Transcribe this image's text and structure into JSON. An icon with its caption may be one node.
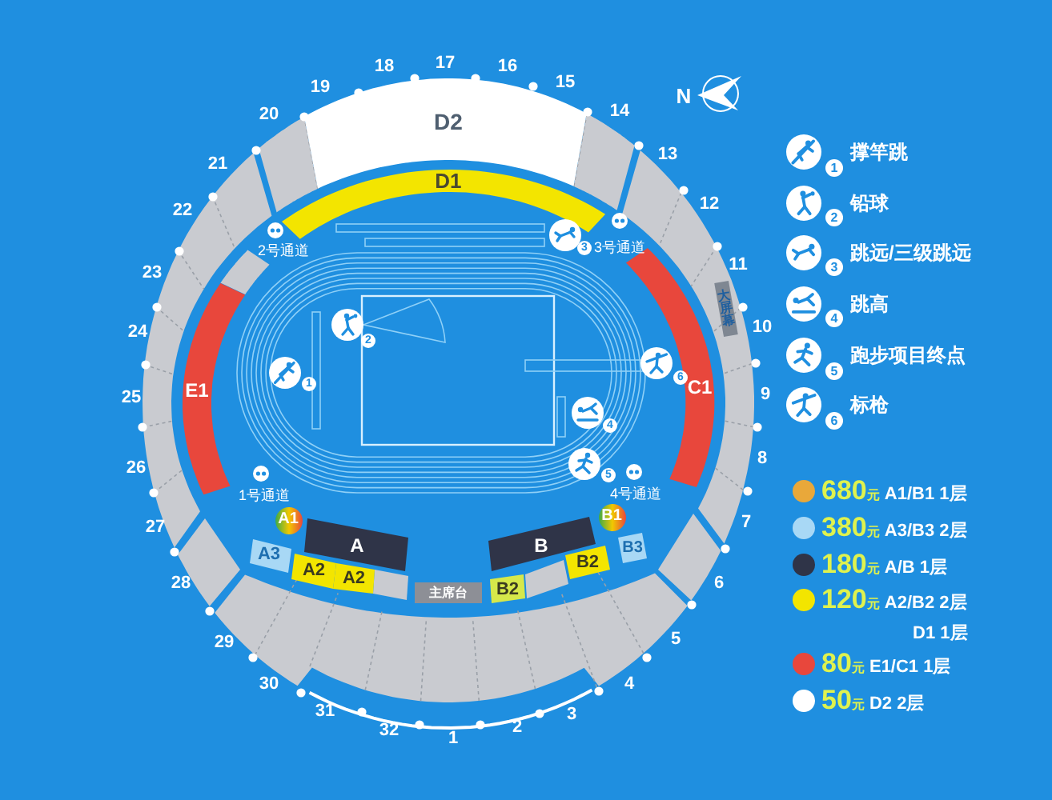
{
  "diagram": {
    "nodes": [
      {
        "text": [
          "D2"
        ]
      },
      {
        "text": [
          "D1"
        ]
      },
      {
        "text": [
          "大屏幕"
        ]
      },
      {
        "text": [
          "E1"
        ]
      },
      {
        "text": [
          "C1"
        ]
      },
      {
        "text": [
          "A1"
        ]
      },
      {
        "text": [
          "A"
        ]
      },
      {
        "text": [
          "B"
        ]
      },
      {
        "text": [
          "B1"
        ]
      },
      {
        "text": [
          "A3"
        ]
      },
      {
        "text": [
          "A2"
        ]
      },
      {
        "text": [
          "A2"
        ]
      },
      {
        "text": [
          "主席台"
        ]
      },
      {
        "text": [
          "B2"
        ]
      },
      {
        "text": [
          "B2"
        ]
      },
      {
        "text": [
          "B3"
        ]
      }
    ],
    "labels": [
      "1",
      "2",
      "3",
      "4",
      "5",
      "6",
      "7",
      "8",
      "9",
      "10",
      "11",
      "12",
      "13",
      "14",
      "15",
      "16",
      "17",
      "18",
      "19",
      "20",
      "21",
      "22",
      "23",
      "24",
      "25",
      "26",
      "27",
      "28",
      "29",
      "30",
      "31",
      "32",
      "N",
      "2号通道",
      "3号通道",
      "1号通道",
      "4号通道",
      "3",
      "2",
      "6",
      "1",
      "4",
      "5",
      "1",
      "2",
      "3",
      "4",
      "5",
      "6"
    ],
    "legend": [
      {
        "text": "撑竿跳"
      },
      {
        "text": "铅球"
      },
      {
        "text": "跳远/三级跳远"
      },
      {
        "text": "跳高"
      },
      {
        "text": "跑步项目终点"
      },
      {
        "text": "标枪"
      },
      {
        "text": "680元 A1/B1 1层",
        "color": "#e9a83a"
      },
      {
        "text": "380元 A3/B3 2层",
        "color": "#a8d8f5"
      },
      {
        "text": "180元 A/B 1层",
        "color": "#2f3448"
      },
      {
        "text": "120元 A2/B2 2层 D1 1层",
        "color": "#f3e500"
      },
      {
        "text": "80元 E1/C1 1层",
        "color": "#e8473c"
      },
      {
        "text": "50元 D2 2层",
        "color": "#ffffff"
      }
    ]
  }
}
